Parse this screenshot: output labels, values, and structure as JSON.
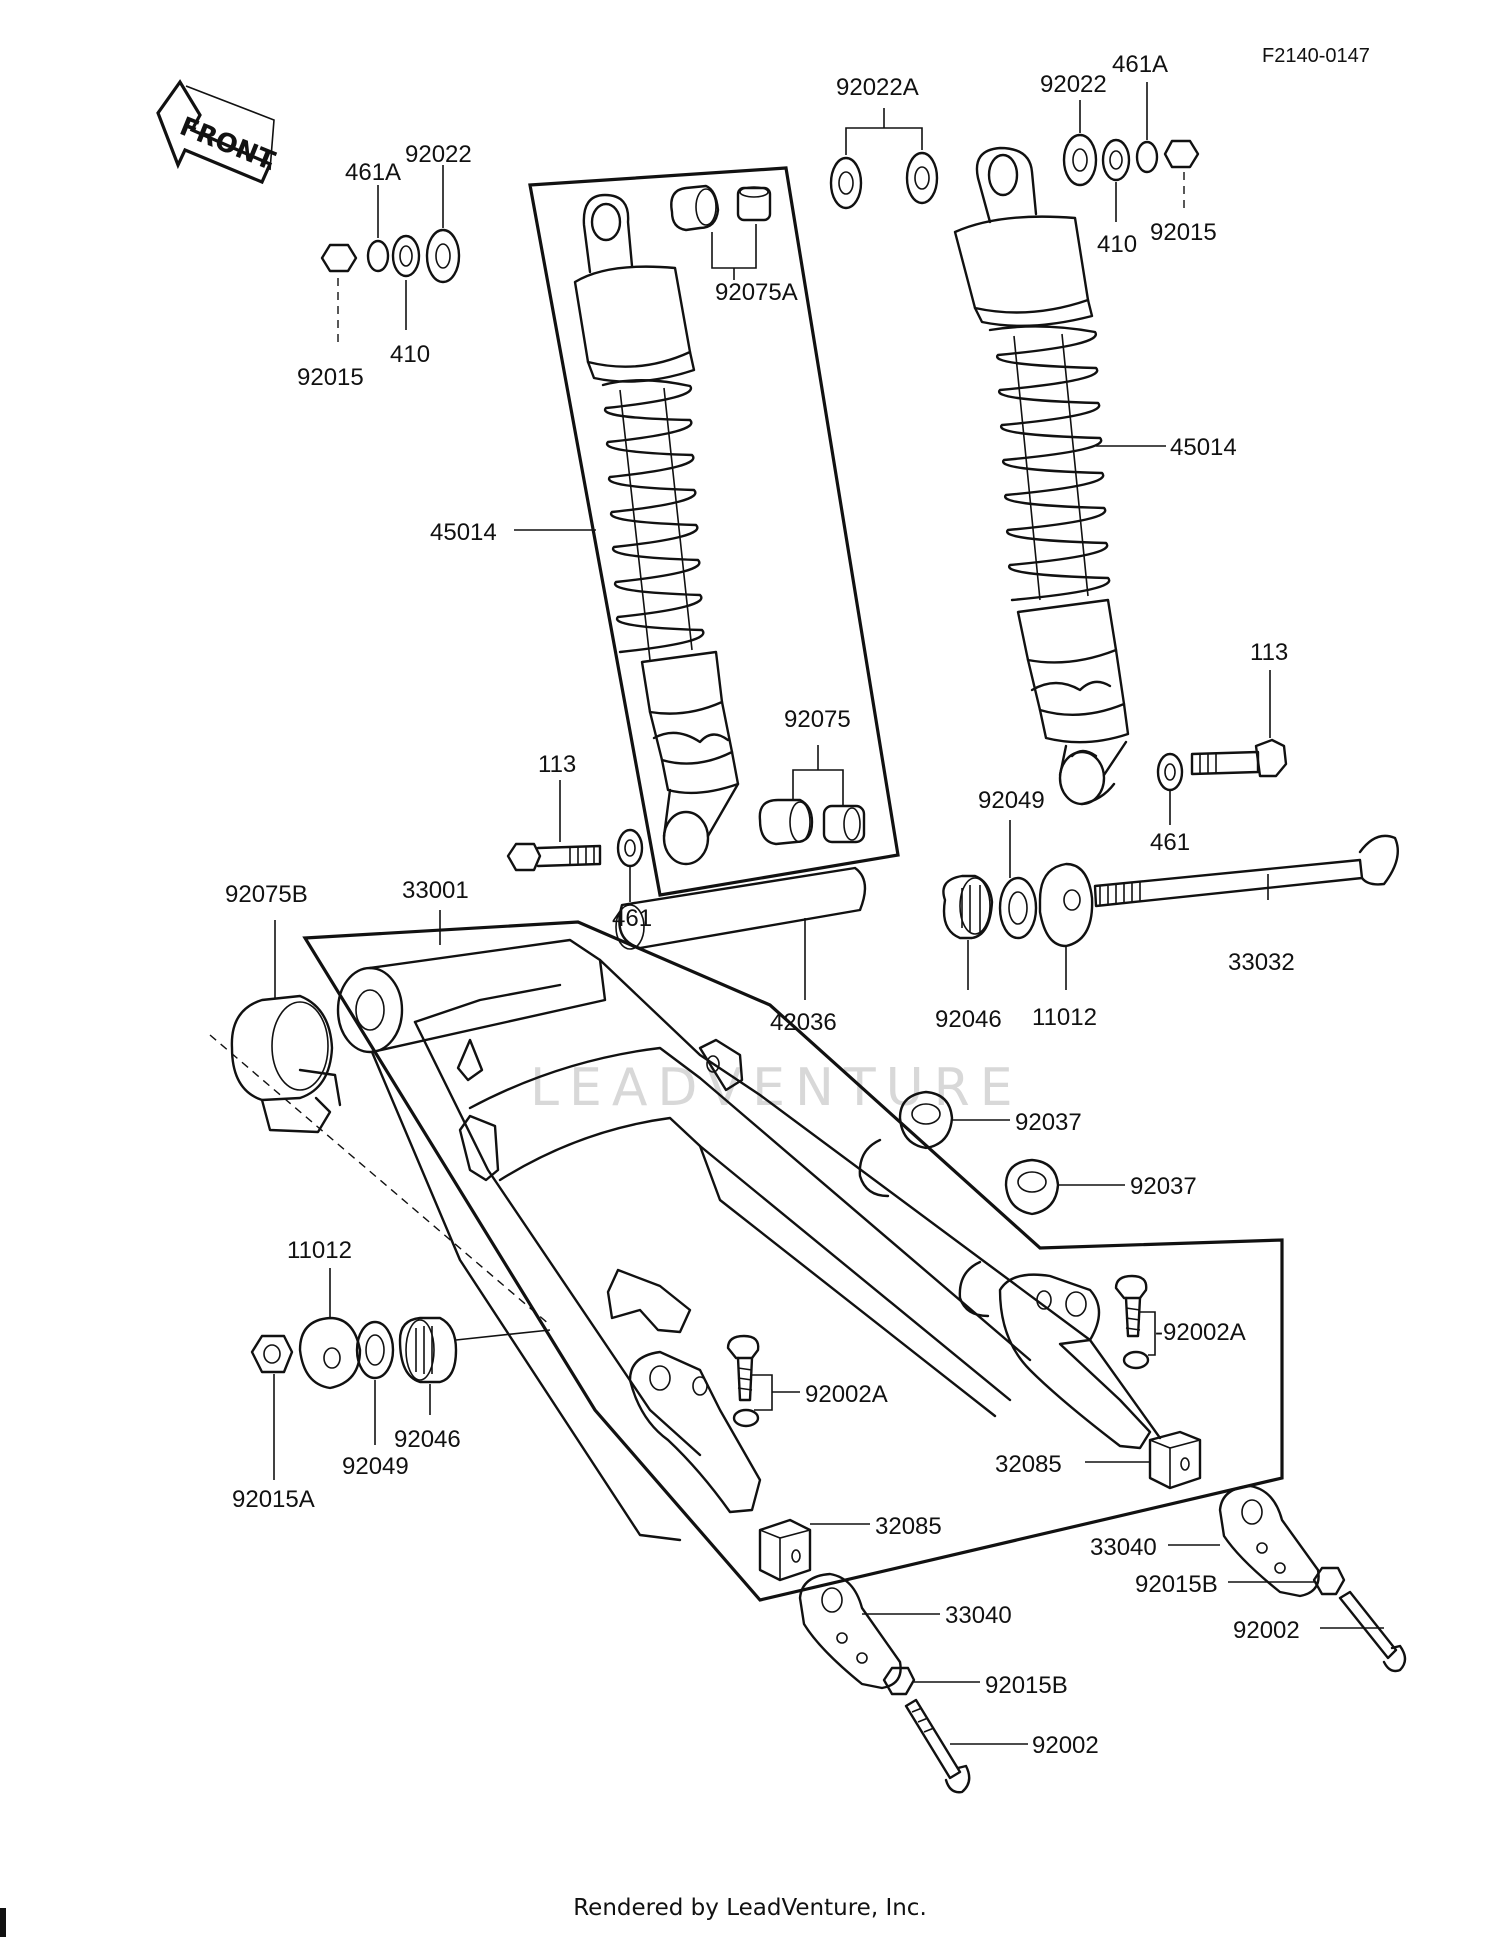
{
  "diagram_code": "F2140-0147",
  "front_arrow_text": "FRONT",
  "watermark": "LEADVENTURE",
  "footer": "Rendered by LeadVenture, Inc.",
  "callouts": {
    "top_left_461A": "461A",
    "top_left_92022": "92022",
    "top_left_410": "410",
    "top_left_92015": "92015",
    "top_92022A": "92022A",
    "top_right_92022": "92022",
    "top_right_461A": "461A",
    "top_right_410": "410",
    "top_right_92015": "92015",
    "shock_left_92075A": "92075A",
    "shock_left_45014": "45014",
    "shock_right_45014": "45014",
    "shock_left_92075": "92075",
    "bolt_left_113": "113",
    "washer_left_461": "461",
    "bolt_right_113": "113",
    "washer_right_461": "461",
    "collar_92049_upper": "92049",
    "bushing_92046_upper": "92046",
    "cap_11012_upper": "11012",
    "axle_33032": "33032",
    "bushing_92075B": "92075B",
    "swingarm_33001": "33001",
    "sleeve_42036": "42036",
    "seal_92037_a": "92037",
    "seal_92037_b": "92037",
    "cap_11012_lower": "11012",
    "nut_92015A": "92015A",
    "collar_92049_lower": "92049",
    "bushing_92046_lower": "92046",
    "bolt_92002A_center": "92002A",
    "bolt_92002A_right": "-92002A",
    "block_32085_right": "32085",
    "block_32085_left": "32085",
    "plate_33040_right": "33040",
    "nut_92015B_right": "92015B",
    "bolt_92002_right": "92002",
    "plate_33040_left": "33040",
    "nut_92015B_left": "92015B",
    "bolt_92002_left": "92002"
  }
}
